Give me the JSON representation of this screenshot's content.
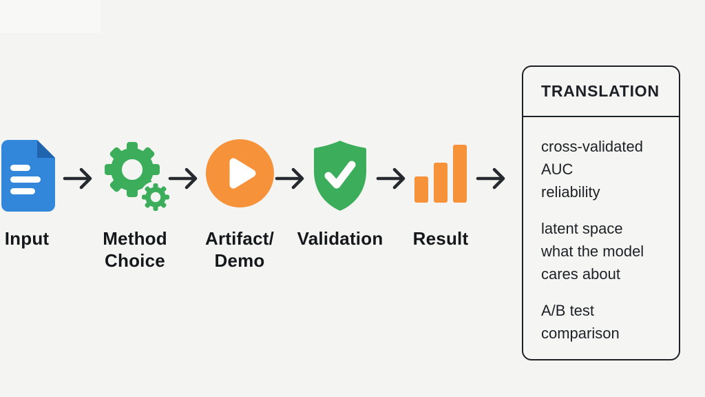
{
  "page": {
    "background": "#f4f4f2"
  },
  "colors": {
    "blue": "#3287db",
    "blue_dark": "#2164ae",
    "green": "#3bad5b",
    "orange": "#f69239",
    "arrow": "#26292e",
    "label_text": "#15181b",
    "panel_border": "#1d2025",
    "panel_text": "#1d2126"
  },
  "flow": {
    "steps": [
      {
        "name": "input",
        "icon": "document-icon",
        "lines": [
          "Input"
        ]
      },
      {
        "name": "method-choice",
        "icon": "gears-icon",
        "lines": [
          "Method",
          "Choice"
        ]
      },
      {
        "name": "artifact-demo",
        "icon": "play-icon",
        "lines": [
          "Artifact/",
          "Demo"
        ]
      },
      {
        "name": "validation",
        "icon": "shield-check-icon",
        "lines": [
          "Validation"
        ]
      },
      {
        "name": "result",
        "icon": "bar-chart-icon",
        "lines": [
          "Result"
        ]
      }
    ]
  },
  "translation_panel": {
    "title": "TRANSLATION",
    "groups": [
      {
        "lines": [
          "cross-validated",
          "AUC",
          "reliability"
        ]
      },
      {
        "lines": [
          "latent space",
          "what the model",
          "cares about"
        ]
      },
      {
        "lines": [
          "A/B test",
          "comparison"
        ]
      }
    ]
  }
}
